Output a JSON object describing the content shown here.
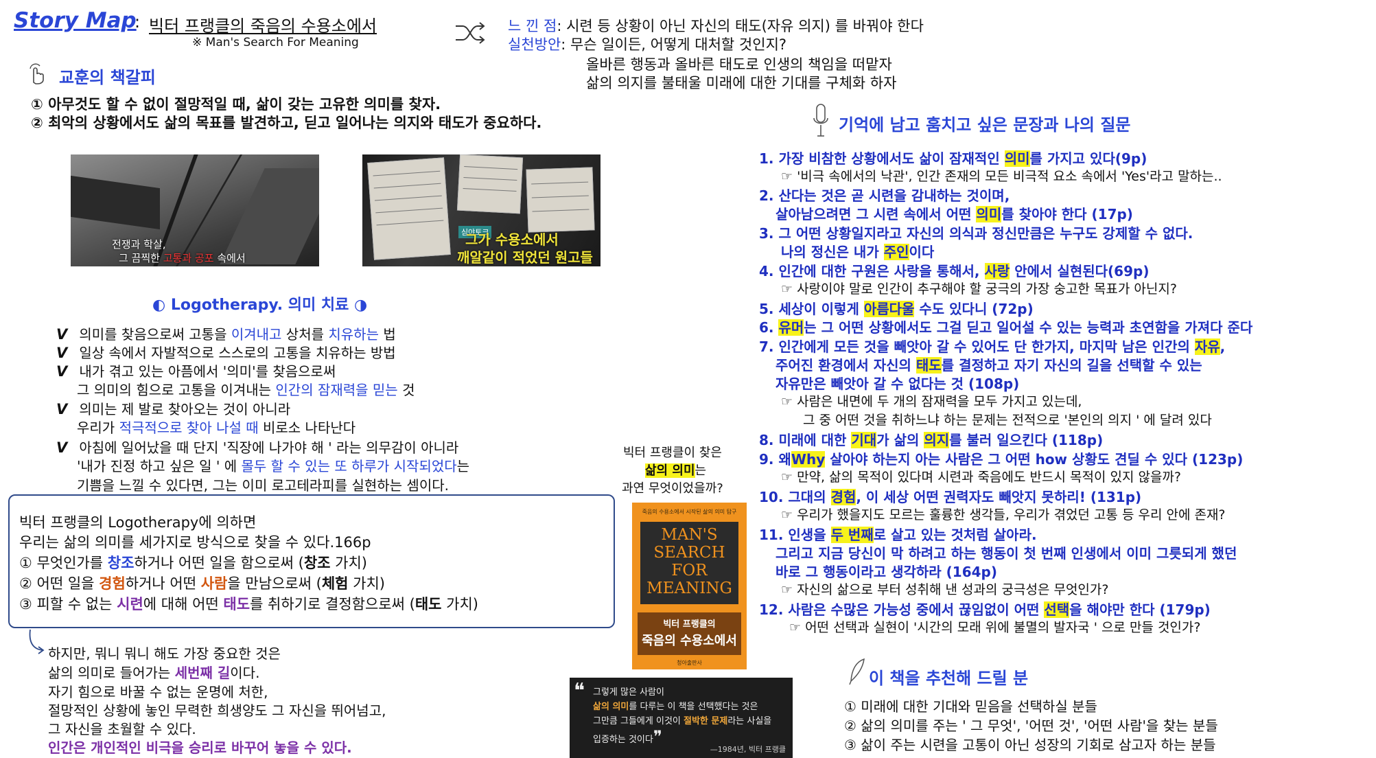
{
  "header": {
    "title": "Story Map",
    "colon": ":",
    "subtitle": "빅터 프랭클의 죽음의 수용소에서",
    "note": "※ Man's Search For Meaning"
  },
  "feelings": {
    "felt_label": "느 낀 점",
    "felt_text": ": 시련 등 상황이 아닌 자신의 태도(자유 의지) 를 바꿔야 한다",
    "action_label": "실천방안",
    "action_lines": [
      ": 무슨 일이든, 어떻게 대처할 것인지?",
      "올바른 행동과 올바른 태도로 인생의 책임을 떠맡자",
      "삶의 의지를 불태울 미래에 대한 기대를 구체화 하자"
    ]
  },
  "lesson": {
    "title": "교훈의 책갈피",
    "items": [
      "① 아무것도 할 수 없이 절망적일 때, 삶이 갖는 고유한 의미를 찾자.",
      "② 최악의 상황에서도 삶의 목표를 발견하고, 딛고 일어나는 의지와 태도가 중요하다."
    ]
  },
  "photos": {
    "camp_caption_1": "전쟁과 학살,",
    "camp_caption_2": "그 끔찍한",
    "camp_caption_red": "고통과 공포",
    "camp_caption_3": "속에서",
    "notes_tag": "심야토크",
    "notes_caption_1": "그가 수용소에서",
    "notes_caption_2": "깨알같이 적었던 원고들"
  },
  "logotherapy": {
    "title": "◐ Logotherapy. 의미 치료 ◑",
    "mark": "V",
    "items": [
      {
        "a": "의미를 찾음으로써 고통을 ",
        "b": "이겨내고",
        "c": " 상처를 ",
        "d": "치유하는",
        "e": " 법"
      },
      {
        "a": "일상 속에서 자발적으로 스스로의 고통을 치유하는 방법"
      },
      {
        "a": "내가 겪고 있는 아픔에서 '의미'를 찾음으로써",
        "a2": "그 의미의 힘으로 고통을 이겨내는 ",
        "b2": "인간의 잠재력을 믿는",
        "c2": " 것"
      },
      {
        "a": "의미는 제 발로 찾아오는 것이 아니라",
        "a2": "우리가 ",
        "b2": "적극적으로 찾아 나설 때",
        "c2": " 비로소 나타난다"
      },
      {
        "a": "아침에 일어났을 때 단지 '직장에 나가야 해 ' 라는 의무감이 아니라",
        "a2": "'내가 진정 하고 싶은 일 ' 에 ",
        "b2": "몰두 할 수 있는 또 하루가 시작되었다",
        "c2": "는",
        "a3": "기쁨을 느낄 수 있다면, 그는 이미 로고테라피를 실현하는 셈이다."
      }
    ]
  },
  "values_box": {
    "line1": "빅터 프랭클의 Logotherapy에 의하면",
    "line2": "우리는 삶의 의미를 세가지로 방식으로 찾을 수 있다.166p",
    "v1": {
      "a": "① 무엇인가를 ",
      "b": "창조",
      "c": "하거나 어떤 일을 함으로써 (",
      "d": "창조",
      "e": " 가치)"
    },
    "v2": {
      "a": "② 어떤 일을 ",
      "b": "경험",
      "c": "하거나 어떤 ",
      "d": "사람",
      "e": "을 만남으로써 (",
      "f": "체험",
      "g": " 가치)"
    },
    "v3": {
      "a": "③ 피할 수 없는 ",
      "b": "시련",
      "c": "에 대해 어떤 ",
      "d": "태도",
      "e": "를 취하기로 결정함으로써 (",
      "f": "태도",
      "g": " 가치)"
    }
  },
  "conclusion": {
    "l1": "하지만, 뭐니 뭐니 해도 가장 중요한 것은",
    "l2a": "삶의 의미로 들어가는 ",
    "l2b": "세번째 길",
    "l2c": "이다.",
    "l3": "자기 힘으로 바꿀 수 없는 운명에 처한,",
    "l4": "절망적인 상황에 놓인 무력한 희생양도 그 자신을 뛰어넘고,",
    "l5": "그 자신을 초월할 수 있다.",
    "l6": "인간은 개인적인 비극을 승리로 바꾸어 놓을 수 있다."
  },
  "book_question": {
    "l1": "빅터 프랭클이 찾은",
    "l2": "삶의 의미",
    "l2b": "는",
    "l3": "과연 무엇이었을까?"
  },
  "book": {
    "top_small": "죽음의 수용소에서 시작된 삶의 의미 탐구",
    "title_lines": [
      "MAN'S",
      "SEARCH",
      "FOR",
      "MEANING"
    ],
    "author": "빅터 프랭클의",
    "korean_title": "죽음의 수용소에서",
    "bottom_small": "청아출판사"
  },
  "quote": {
    "open": "❝",
    "l1": "그렇게 많은 사람이",
    "l2a": "삶의 의미",
    "l2b": "를 다루는 이 책을 선택했다는 것은",
    "l3a": "그만큼 그들에게 이것이 ",
    "l3b": "절박한 문제",
    "l3c": "라는 사실을",
    "l4": "입증하는 것이다",
    "close": "❞",
    "source": "—1984년, 빅터 프랭클"
  },
  "sentences": {
    "title": "기억에 남고 훔치고 싶은 문장과 나의 질문"
  },
  "recommend": {
    "title": "이 책을 추천해 드릴 분",
    "items": [
      "① 미래에 대한 기대와 믿음을 선택하실 분들",
      "② 삶의 의미를 주는 ' 그 무엇', '어떤 것', '어떤 사람'을 찾는 분들",
      "③ 삶이 주는 시련을 고통이 아닌 성장의 기회로 삼고자 하는 분들"
    ]
  },
  "colors": {
    "accent_blue": "#2a46d6",
    "highlight": "#f7f21b",
    "orange": "#d2560f",
    "purple": "#7b2fa6",
    "book_orange": "#f0921e"
  }
}
